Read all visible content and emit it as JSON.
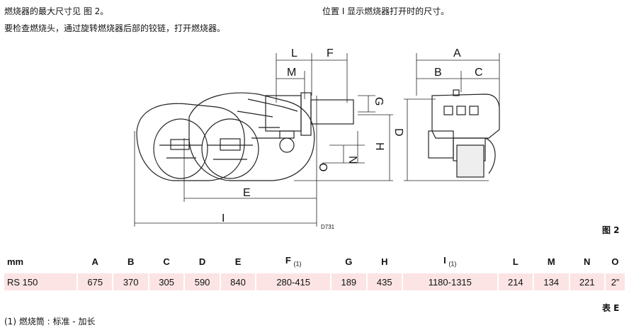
{
  "intro": {
    "line1": "燃烧器的最大尺寸见 图 2。",
    "line2": "要检查燃烧头，通过旋转燃烧器后部的铰链，打开燃烧器。",
    "right": "位置 I 显示燃烧器打开时的尺寸。"
  },
  "figure": {
    "code": "D731",
    "caption": "图 2",
    "labels": {
      "L": "L",
      "F": "F",
      "M": "M",
      "G": "G",
      "H": "H",
      "N": "N",
      "O": "O",
      "E": "E",
      "I": "I",
      "A": "A",
      "B": "B",
      "C": "C",
      "D": "D"
    }
  },
  "table": {
    "headers": [
      {
        "text": "mm",
        "sub": ""
      },
      {
        "text": "A",
        "sub": ""
      },
      {
        "text": "B",
        "sub": ""
      },
      {
        "text": "C",
        "sub": ""
      },
      {
        "text": "D",
        "sub": ""
      },
      {
        "text": "E",
        "sub": ""
      },
      {
        "text": "F",
        "sub": "(1)"
      },
      {
        "text": "G",
        "sub": ""
      },
      {
        "text": "H",
        "sub": ""
      },
      {
        "text": "I",
        "sub": "(1)"
      },
      {
        "text": "L",
        "sub": ""
      },
      {
        "text": "M",
        "sub": ""
      },
      {
        "text": "N",
        "sub": ""
      },
      {
        "text": "O",
        "sub": ""
      }
    ],
    "row": [
      "RS 150",
      "675",
      "370",
      "305",
      "590",
      "840",
      "280-415",
      "189",
      "435",
      "1180-1315",
      "214",
      "134",
      "221",
      "2”"
    ],
    "caption": "表 E"
  },
  "footnote": "(1) 燃烧筒 : 标准 - 加长"
}
